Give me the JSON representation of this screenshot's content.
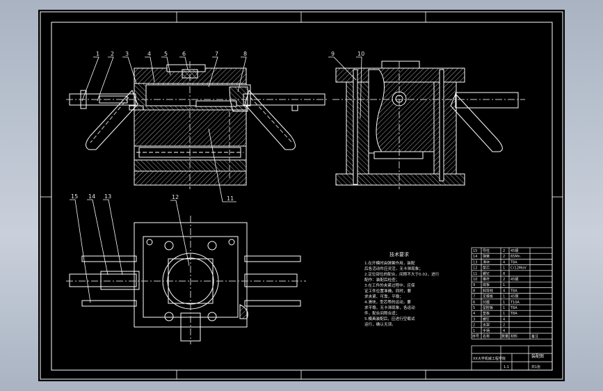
{
  "drawing": {
    "balloons": [
      "1",
      "2",
      "3",
      "4",
      "5",
      "6",
      "7",
      "8",
      "9",
      "10",
      "11",
      "12",
      "13",
      "14",
      "15"
    ],
    "technical_requirements": {
      "title": "技术要求",
      "lines": [
        "1.在开模时由弹簧作用，装配",
        "  后各活动件应灵活，无卡滞现象；",
        "2.定位部位的配合，间隙不大于0.02，进行",
        "  配作：装配后检查；",
        "3.在工件的夹紧过程中，应保",
        "  证工件位置准确，同时，要",
        "  求夹紧、可靠，平稳；",
        "4.滑块，型芯等的运动，要",
        "  求平稳，无卡滞现象，各运动",
        "  件，配合间隙合适；",
        "5.模具装配后，应进行空载试",
        "  运行，确认无误。"
      ]
    },
    "bom": {
      "rows": [
        {
          "no": "15",
          "name": "导柱",
          "qty": "2",
          "material": "45钢"
        },
        {
          "no": "14",
          "name": "弹簧",
          "qty": "2",
          "material": "65Mn"
        },
        {
          "no": "13",
          "name": "滑块",
          "qty": "4",
          "material": "T8A"
        },
        {
          "no": "12",
          "name": "型芯",
          "qty": "1",
          "material": "Cr12MoV"
        },
        {
          "no": "11",
          "name": "螺钉",
          "qty": "8",
          "material": ""
        },
        {
          "no": "10",
          "name": "推杆",
          "qty": "2",
          "material": "45钢"
        },
        {
          "no": "9",
          "name": "底板",
          "qty": "1",
          "material": ""
        },
        {
          "no": "8",
          "name": "斜导柱",
          "qty": "4",
          "material": "T8A"
        },
        {
          "no": "7",
          "name": "定模板",
          "qty": "1",
          "material": "45钢"
        },
        {
          "no": "6",
          "name": "凹模",
          "qty": "1",
          "material": "T10A"
        },
        {
          "no": "5",
          "name": "型腔板",
          "qty": "1",
          "material": "T8A"
        },
        {
          "no": "4",
          "name": "垫板",
          "qty": "1",
          "material": "T8A"
        },
        {
          "no": "3",
          "name": "螺钉",
          "qty": "4",
          "material": ""
        },
        {
          "no": "2",
          "name": "支架",
          "qty": "2",
          "material": ""
        },
        {
          "no": "1",
          "name": "手柄",
          "qty": "4",
          "material": ""
        }
      ],
      "header": {
        "no": "序号",
        "name": "名称",
        "qty": "数量",
        "material": "材料",
        "note": "备注"
      }
    },
    "title_block": {
      "drawing_name": "装配图",
      "school": "XX大学机械工程学院",
      "scale": "1:1",
      "sheet": "共1张"
    },
    "colors": {
      "background": "#000000",
      "lines": "#ffffff",
      "hatch": "#dcdcdc",
      "centerline": "#cfcfcf"
    }
  }
}
